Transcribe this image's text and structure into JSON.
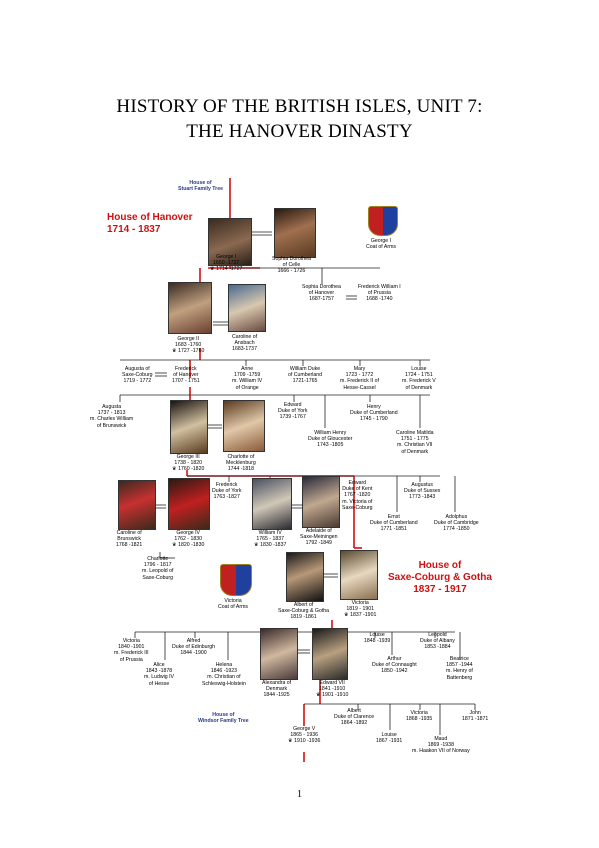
{
  "title_line1": "HISTORY OF THE BRITISH ISLES, UNIT 7:",
  "title_line2": "THE HANOVER DINASTY",
  "page_number": "1",
  "tree": {
    "stuart_link": [
      "House of",
      "Stuart Family Tree"
    ],
    "hanover_title": [
      "House of Hanover",
      "1714 - 1837"
    ],
    "saxe_title": [
      "House of",
      "Saxe-Coburg & Gotha",
      "1837 - 1917"
    ],
    "windsor_link": [
      "House of",
      "Windsor Family Tree"
    ],
    "george1_arms": [
      "George I",
      "Coat of Arms"
    ],
    "victoria_arms": [
      "Victoria",
      "Coat of Arms"
    ],
    "george1": [
      "George I",
      "1660 -1727",
      "♛ 1714 -1727"
    ],
    "sophia_dorothea_celle": [
      "Sophia Dorothea",
      "of Celle",
      "1666 - 1726"
    ],
    "sophia_dorothea_hanover": [
      "Sophia Dorothea",
      "of Hanover",
      "1687-1757"
    ],
    "frederick_william": [
      "Frederick William I",
      "of Prussia",
      "1688 -1740"
    ],
    "george2": [
      "George II",
      "1683 -1760",
      "♛ 1727 -1760"
    ],
    "caroline_ansbach": [
      "Caroline of",
      "Ansbach",
      "1683-1737"
    ],
    "augusta_saxe": [
      "Augusta of",
      "Saxe-Coburg",
      "1719 - 1772"
    ],
    "frederick_hanover": [
      "Frederick",
      "of Hanover",
      "1707 - 1751"
    ],
    "anne": [
      "Anne",
      "1709 -1759",
      "m. William IV",
      "of Orange"
    ],
    "william_cumberland": [
      "William Duke",
      "of Cumberland",
      "1721-1765"
    ],
    "mary": [
      "Mary",
      "1723 - 1772",
      "m. Frederick II of",
      "Hesse-Cassel"
    ],
    "louise": [
      "Louise",
      "1724 - 1751",
      "m. Frederick V",
      "of Denmark"
    ],
    "augusta": [
      "Augusta",
      "1737 - 1813",
      "m. Charles William",
      "of Brunswick"
    ],
    "edward_york": [
      "Edward",
      "Duke of York",
      "1739 -1767"
    ],
    "henry_cumberland": [
      "Henry",
      "Duke of Cumberland",
      "1745 - 1790"
    ],
    "william_henry": [
      "William Henry",
      "Duke of Gloucester",
      "1743 -1805"
    ],
    "caroline_matilda": [
      "Caroline Matilda",
      "1751 - 1775",
      "m. Christian VII",
      "of Denmark"
    ],
    "george3": [
      "George III",
      "1738 - 1820",
      "♛ 1760 -1820"
    ],
    "charlotte_meck": [
      "Charlotte of",
      "Mecklenburg",
      "1744 -1818"
    ],
    "frederick_york": [
      "Frederick",
      "Duke of York",
      "1763 -1827"
    ],
    "edward_kent": [
      "Edward",
      "Duke of Kent",
      "1767 -1820",
      "m. Victoria of",
      "Saxe-Coburg"
    ],
    "augustus_sussex": [
      "Augustus",
      "Duke of Sussex",
      "1773 -1843"
    ],
    "ernst": [
      "Ernst",
      "Duke of Cumberland",
      "1771 -1851"
    ],
    "adolphus": [
      "Adolphus",
      "Duke of Cambridge",
      "1774 -1850"
    ],
    "caroline_brunswick": [
      "Caroline of",
      "Brunswick",
      "1768 -1821"
    ],
    "george4": [
      "George IV",
      "1762 - 1830",
      "♛ 1820 -1830"
    ],
    "william4": [
      "William IV",
      "1765 - 1837",
      "♛ 1830 -1837"
    ],
    "adelaide": [
      "Adelaide of",
      "Saxe-Meiningen",
      "1792 -1849"
    ],
    "charlotte": [
      "Charlotte",
      "1796 - 1817",
      "m. Leopold of",
      "Saxe-Coburg"
    ],
    "albert_saxe": [
      "Albert of",
      "Saxe-Coburg & Gotha",
      "1819 -1861"
    ],
    "victoria": [
      "Victoria",
      "1819 - 1901",
      "♛ 1837 -1901"
    ],
    "victoria_jr": [
      "Victoria",
      "1840 -1901",
      "m. Frederick III",
      "of Prussia"
    ],
    "alfred": [
      "Alfred",
      "Duke of Edinburgh",
      "1844 -1900"
    ],
    "alice": [
      "Alice",
      "1843 -1878",
      "m. Ludwig IV",
      "of Hesse"
    ],
    "helena": [
      "Helena",
      "1846 -1923",
      "m. Christian of",
      "Schleswig-Holstein"
    ],
    "alexandra": [
      "Alexandra of",
      "Denmark",
      "1844 -1925"
    ],
    "edward7": [
      "Edward VII",
      "1841 -1910",
      "♛ 1901 -1910"
    ],
    "louise2": [
      "Louise",
      "1848 -1939"
    ],
    "leopold": [
      "Leopold",
      "Duke of Albany",
      "1853 -1884"
    ],
    "arthur": [
      "Arthur",
      "Duke of Connaught",
      "1850 -1942"
    ],
    "beatrice": [
      "Beatrice",
      "1857 -1944",
      "m. Henry of",
      "Battenberg"
    ],
    "albert_clarence": [
      "Albert",
      "Duke of Clarence",
      "1864 -1892"
    ],
    "victoria2": [
      "Victoria",
      "1868 -1935"
    ],
    "john": [
      "John",
      "1871 -1871"
    ],
    "george5": [
      "George V",
      "1865 - 1936",
      "♛ 1910 -1936"
    ],
    "louise3": [
      "Louise",
      "1867 -1931"
    ],
    "maud": [
      "Maud",
      "1869 -1938",
      "m. Haakon VII of Norway"
    ]
  }
}
